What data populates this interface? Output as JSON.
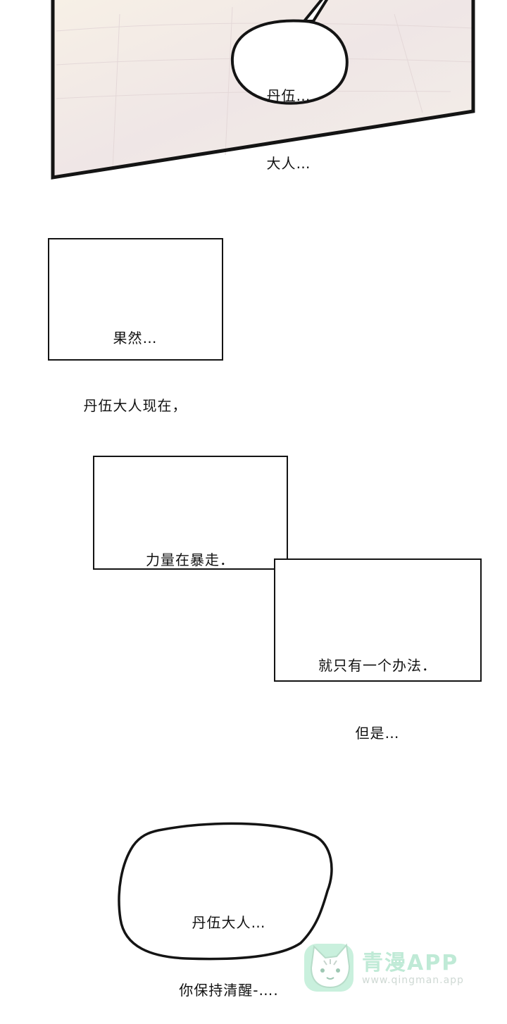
{
  "panel_top": {
    "bubble_lines": [
      "丹伍…",
      "大人…"
    ]
  },
  "caption_1": {
    "lines": [
      "果然…",
      "丹伍大人现在，"
    ]
  },
  "caption_2": {
    "lines": [
      "力量在暴走．"
    ]
  },
  "caption_3": {
    "lines": [
      "就只有一个办法．",
      "但是…"
    ]
  },
  "bubble_bottom": {
    "lines": [
      "丹伍大人…",
      "你保持清醒-…."
    ]
  },
  "watermark": {
    "title": "青漫APP",
    "url": "www.qingman.app",
    "icon": "cat-face-icon"
  },
  "colors": {
    "panel_fill": "#f3ece4",
    "ink": "#141414",
    "watermark_green": "#bfead6"
  }
}
